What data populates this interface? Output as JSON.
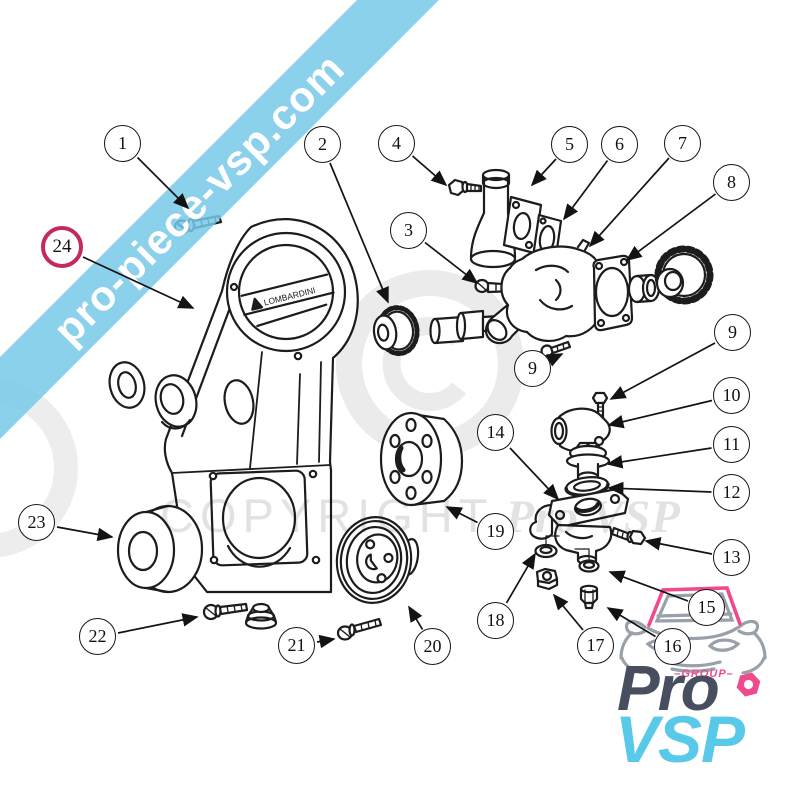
{
  "banner": {
    "text": "pro-piece-vsp.com"
  },
  "watermark": {
    "copyright": "COPYRIGHT",
    "brand": "Pro VSP"
  },
  "diagram": {
    "cover_brand": "LOMBARDINI"
  },
  "callouts": {
    "c1": "1",
    "c2": "2",
    "c3": "3",
    "c4": "4",
    "c5": "5",
    "c6": "6",
    "c7": "7",
    "c8": "8",
    "c9a": "9",
    "c9b": "9",
    "c10": "10",
    "c11": "11",
    "c12": "12",
    "c13": "13",
    "c14": "14",
    "c15": "15",
    "c16": "16",
    "c17": "17",
    "c18": "18",
    "c19": "19",
    "c20": "20",
    "c21": "21",
    "c22": "22",
    "c23": "23",
    "c24": "24"
  },
  "logo": {
    "group": "–GROUP–",
    "pro": "Pro",
    "vsp": "VSP"
  },
  "colors": {
    "banner_blue": "rgba(120,201,232,0.85)",
    "highlight_pink": "#c42a5e",
    "logo_dark": "#474e60",
    "logo_cyan": "#58c9e9",
    "logo_pink": "#ee4a8d",
    "logo_gray": "#98a0aa",
    "watermark_gray": "#e2e2e2",
    "line_black": "#1c1c1c"
  }
}
